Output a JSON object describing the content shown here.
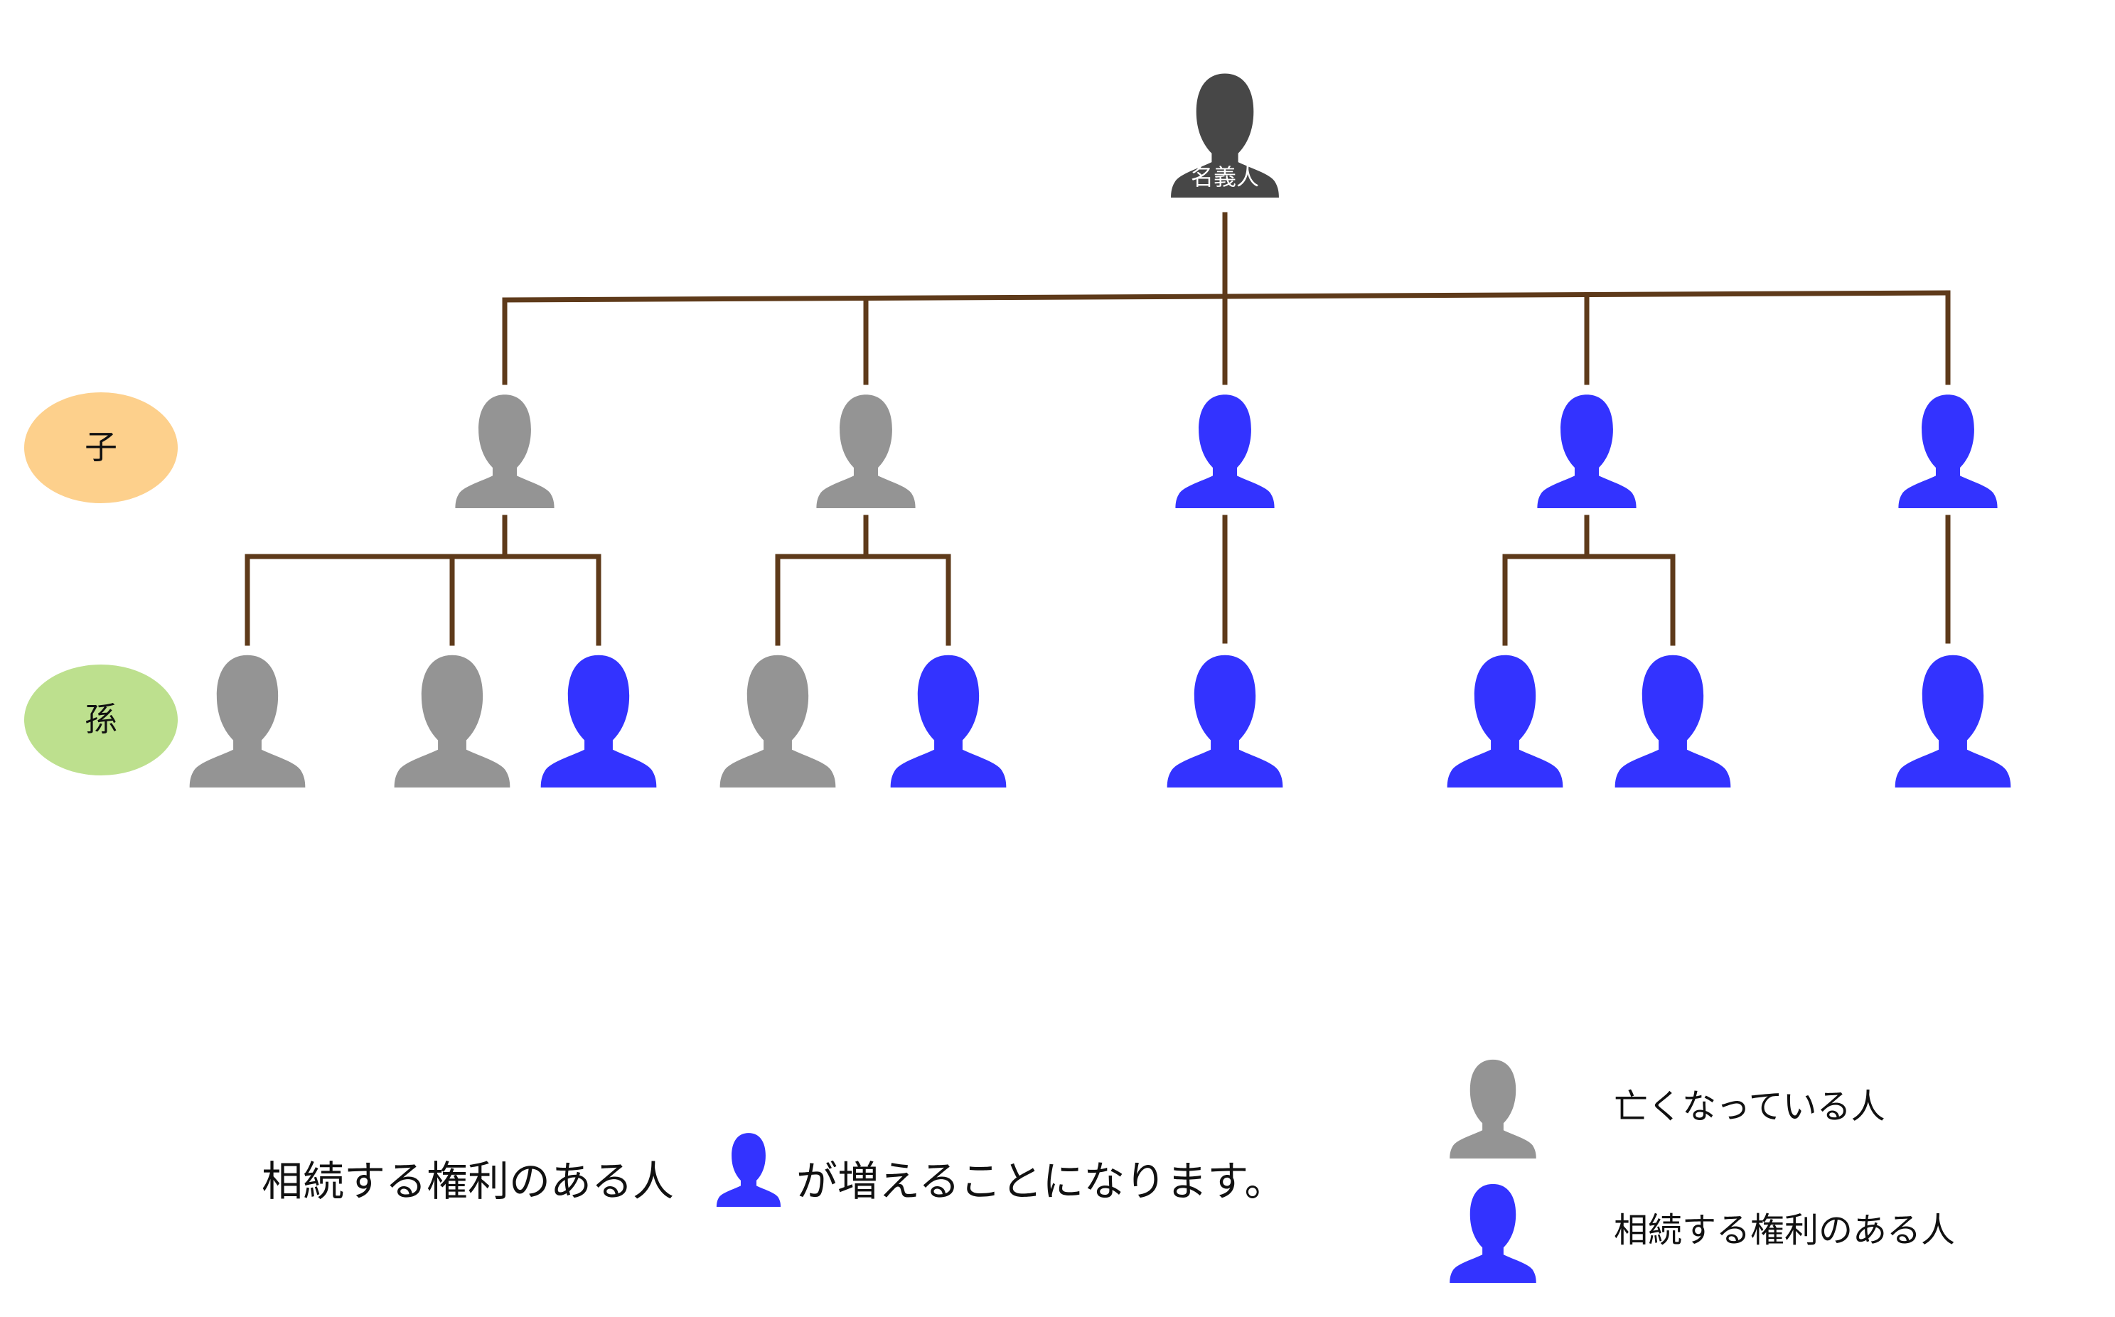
{
  "colors": {
    "owner": "#474747",
    "deceased": "#949494",
    "heir": "#3333ff",
    "line": "#5e3a1a",
    "child_badge": "#fdd08c",
    "grandchild_badge": "#bde08e",
    "owner_label": "#ffffff",
    "text": "#111111"
  },
  "icons": {
    "person": "person-icon"
  },
  "owner": {
    "label": "名義人",
    "status": "owner"
  },
  "generations": {
    "child": "子",
    "grandchild": "孫"
  },
  "children": [
    {
      "status": "deceased",
      "grandchildren": [
        "deceased",
        "deceased",
        "heir"
      ]
    },
    {
      "status": "deceased",
      "grandchildren": [
        "deceased",
        "heir"
      ]
    },
    {
      "status": "heir",
      "grandchildren": [
        "heir"
      ]
    },
    {
      "status": "heir",
      "grandchildren": [
        "heir",
        "heir"
      ]
    },
    {
      "status": "heir",
      "grandchildren": [
        "heir"
      ]
    }
  ],
  "caption": {
    "before": "相続する権利のある人",
    "after": "が増えることになります。"
  },
  "legend": {
    "deceased": "亡くなっている人",
    "heir": "相続する権利のある人"
  }
}
